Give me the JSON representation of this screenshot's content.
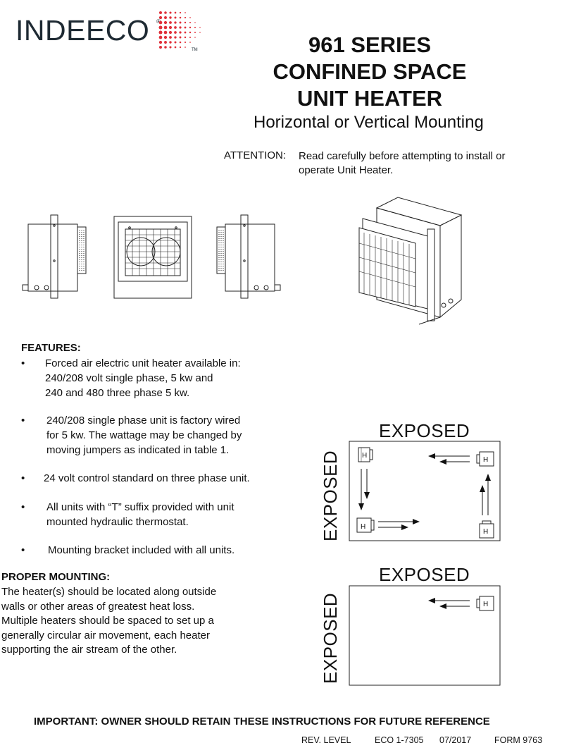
{
  "brand": {
    "name": "INDEECO",
    "registered": "®",
    "trademark": "TM",
    "accent_color": "#e0303a",
    "text_color": "#1e2a33"
  },
  "title": {
    "line1": "961 SERIES",
    "line2": "CONFINED SPACE",
    "line3": "UNIT HEATER",
    "subtitle": "Horizontal or Vertical Mounting"
  },
  "attention": {
    "label": "ATTENTION:",
    "line1": "Read carefully before attempting to install or",
    "line2": "operate Unit Heater."
  },
  "illustrations": {
    "views": [
      "side-view-left",
      "front-view",
      "side-view-right",
      "isometric-view"
    ],
    "icons": [
      "heater-side-icon",
      "heater-front-icon",
      "heater-isometric-icon"
    ]
  },
  "features": {
    "heading": "FEATURES:",
    "bullet_char": "•",
    "items": [
      {
        "lines": [
          "Forced air electric unit heater available in:",
          "240/208 volt single phase, 5 kw and",
          "240 and 480 three phase 5 kw."
        ]
      },
      {
        "lines": [
          "240/208 single phase unit is factory wired",
          "for 5 kw. The wattage may be changed by",
          "moving jumpers as indicated in table 1."
        ]
      },
      {
        "lines": [
          "24 volt control standard on three phase unit."
        ]
      },
      {
        "lines": [
          "All units with “T” suffix provided with unit",
          "mounted hydraulic thermostat."
        ]
      },
      {
        "lines": [
          "Mounting bracket included with all units."
        ]
      }
    ]
  },
  "mounting": {
    "heading": "PROPER MOUNTING:",
    "lines": [
      "The heater(s) should be located along outside",
      "walls or other areas of greatest heat loss.",
      "Multiple heaters should be spaced to set up a",
      "generally circular air movement, each heater",
      "supporting the air stream of the other."
    ]
  },
  "diagrams": {
    "top": {
      "top_label": "EXPOSED",
      "side_label": "EXPOSED",
      "heater_label": "H"
    },
    "bottom": {
      "top_label": "EXPOSED",
      "side_label": "EXPOSED",
      "heater_label": "H"
    }
  },
  "footer": {
    "important": "IMPORTANT: OWNER SHOULD RETAIN THESE INSTRUCTIONS FOR FUTURE REFERENCE",
    "rev_level": "REV. LEVEL",
    "eco": "ECO 1-7305",
    "date": "07/2017",
    "form": "FORM 9763"
  }
}
